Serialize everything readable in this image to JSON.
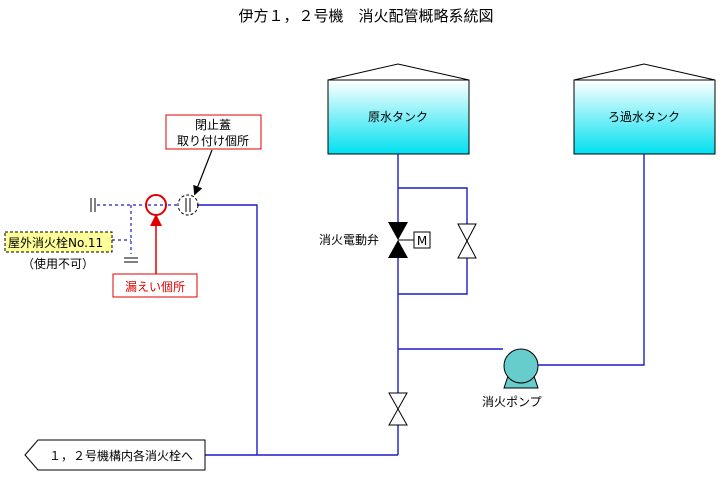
{
  "title": "伊方１，２号機　消火配管概略系統図",
  "tanks": {
    "raw_water": "原水タンク",
    "filtered_water": "ろ過水タンク"
  },
  "labels": {
    "motor_valve": "消火電動弁",
    "motor_symbol": "M",
    "fire_pump": "消火ポンプ",
    "outdoor_hydrant": "屋外消火栓No.11",
    "unusable": "（使用不可）",
    "leak_location": "漏えい個所",
    "cap_line1": "閉止蓋",
    "cap_line2": "取り付け個所",
    "to_hydrants": "１，２号機構内各消火栓へ"
  },
  "colors": {
    "pipe": "#1c1cc8",
    "annotation_red": "#e00000",
    "hydrant_highlight": "#ffff99",
    "tank_top": "#ffffff",
    "tank_bottom": "#00e0f0",
    "pump_fill": "#66cccc"
  }
}
